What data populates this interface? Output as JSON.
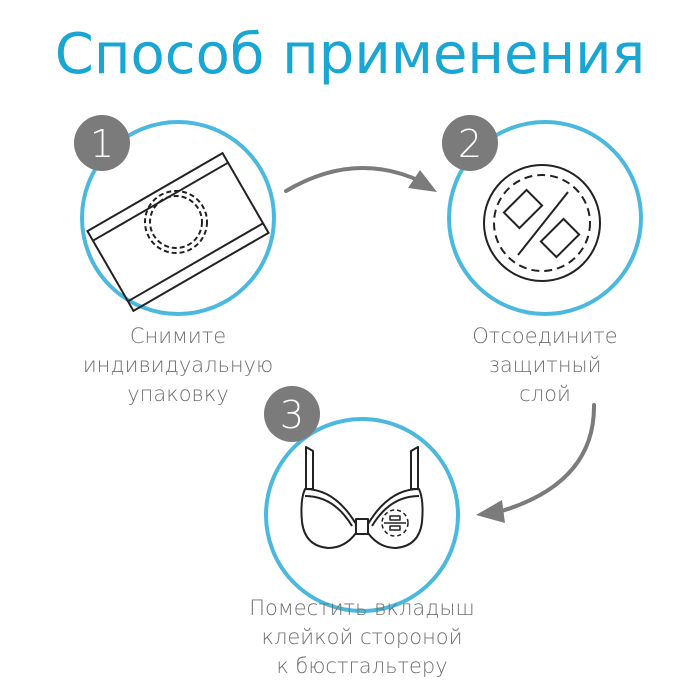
{
  "title": "Способ применения",
  "colors": {
    "title": "#1aa6d3",
    "circle_ring": "#4bb9dd",
    "badge": "#7b7b7b",
    "badge_text": "#ffffff",
    "caption": "#707070",
    "arrow": "#7b7b7b",
    "icon_stroke": "#222222"
  },
  "steps": [
    {
      "number": "1",
      "icon": "package-wrapper-icon",
      "caption": [
        "Снимите",
        "индивидуальную",
        "упаковку"
      ]
    },
    {
      "number": "2",
      "icon": "pad-protective-layer-icon",
      "caption": [
        "Отсоедините",
        "защитный",
        "слой"
      ]
    },
    {
      "number": "3",
      "icon": "bra-with-insert-icon",
      "caption": [
        "Поместить вкладыш",
        "клейкой стороной",
        "к бюстгальтеру"
      ]
    }
  ],
  "arrows": [
    "arrow-step1-to-step2",
    "arrow-step2-to-step3"
  ]
}
